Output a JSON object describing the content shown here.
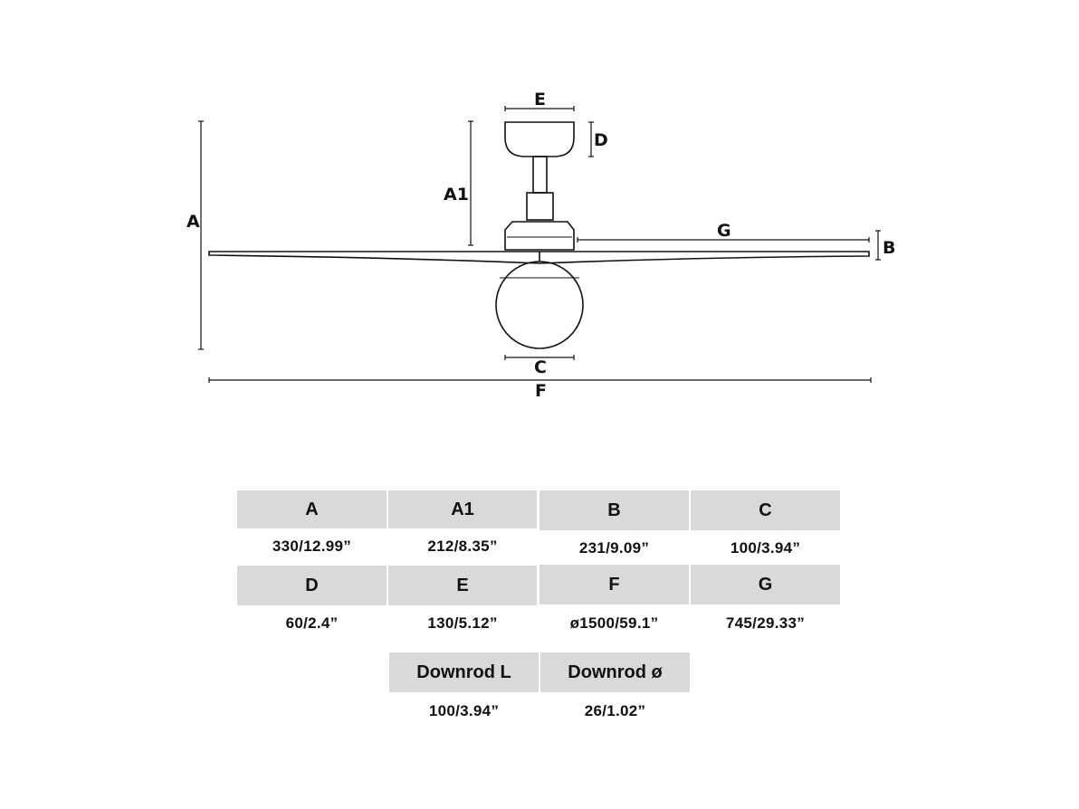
{
  "diagram": {
    "labels": {
      "a": "A",
      "a1": "A1",
      "b": "B",
      "c": "C",
      "d": "D",
      "e": "E",
      "f": "F",
      "g": "G"
    }
  },
  "table": {
    "rows": [
      [
        {
          "header": "A",
          "value": "330/12.99”"
        },
        {
          "header": "A1",
          "value": "212/8.35”"
        },
        {
          "header": "B",
          "value": "231/9.09”"
        },
        {
          "header": "C",
          "value": "100/3.94”"
        }
      ],
      [
        {
          "header": "D",
          "value": "60/2.4”"
        },
        {
          "header": "E",
          "value": "130/5.12”"
        },
        {
          "header": "F",
          "value": "ø1500/59.1”"
        },
        {
          "header": "G",
          "value": "745/29.33”"
        }
      ],
      [
        {
          "header": "Downrod L",
          "value": "100/3.94”"
        },
        {
          "header": "Downrod ø",
          "value": "26/1.02”"
        }
      ]
    ]
  }
}
